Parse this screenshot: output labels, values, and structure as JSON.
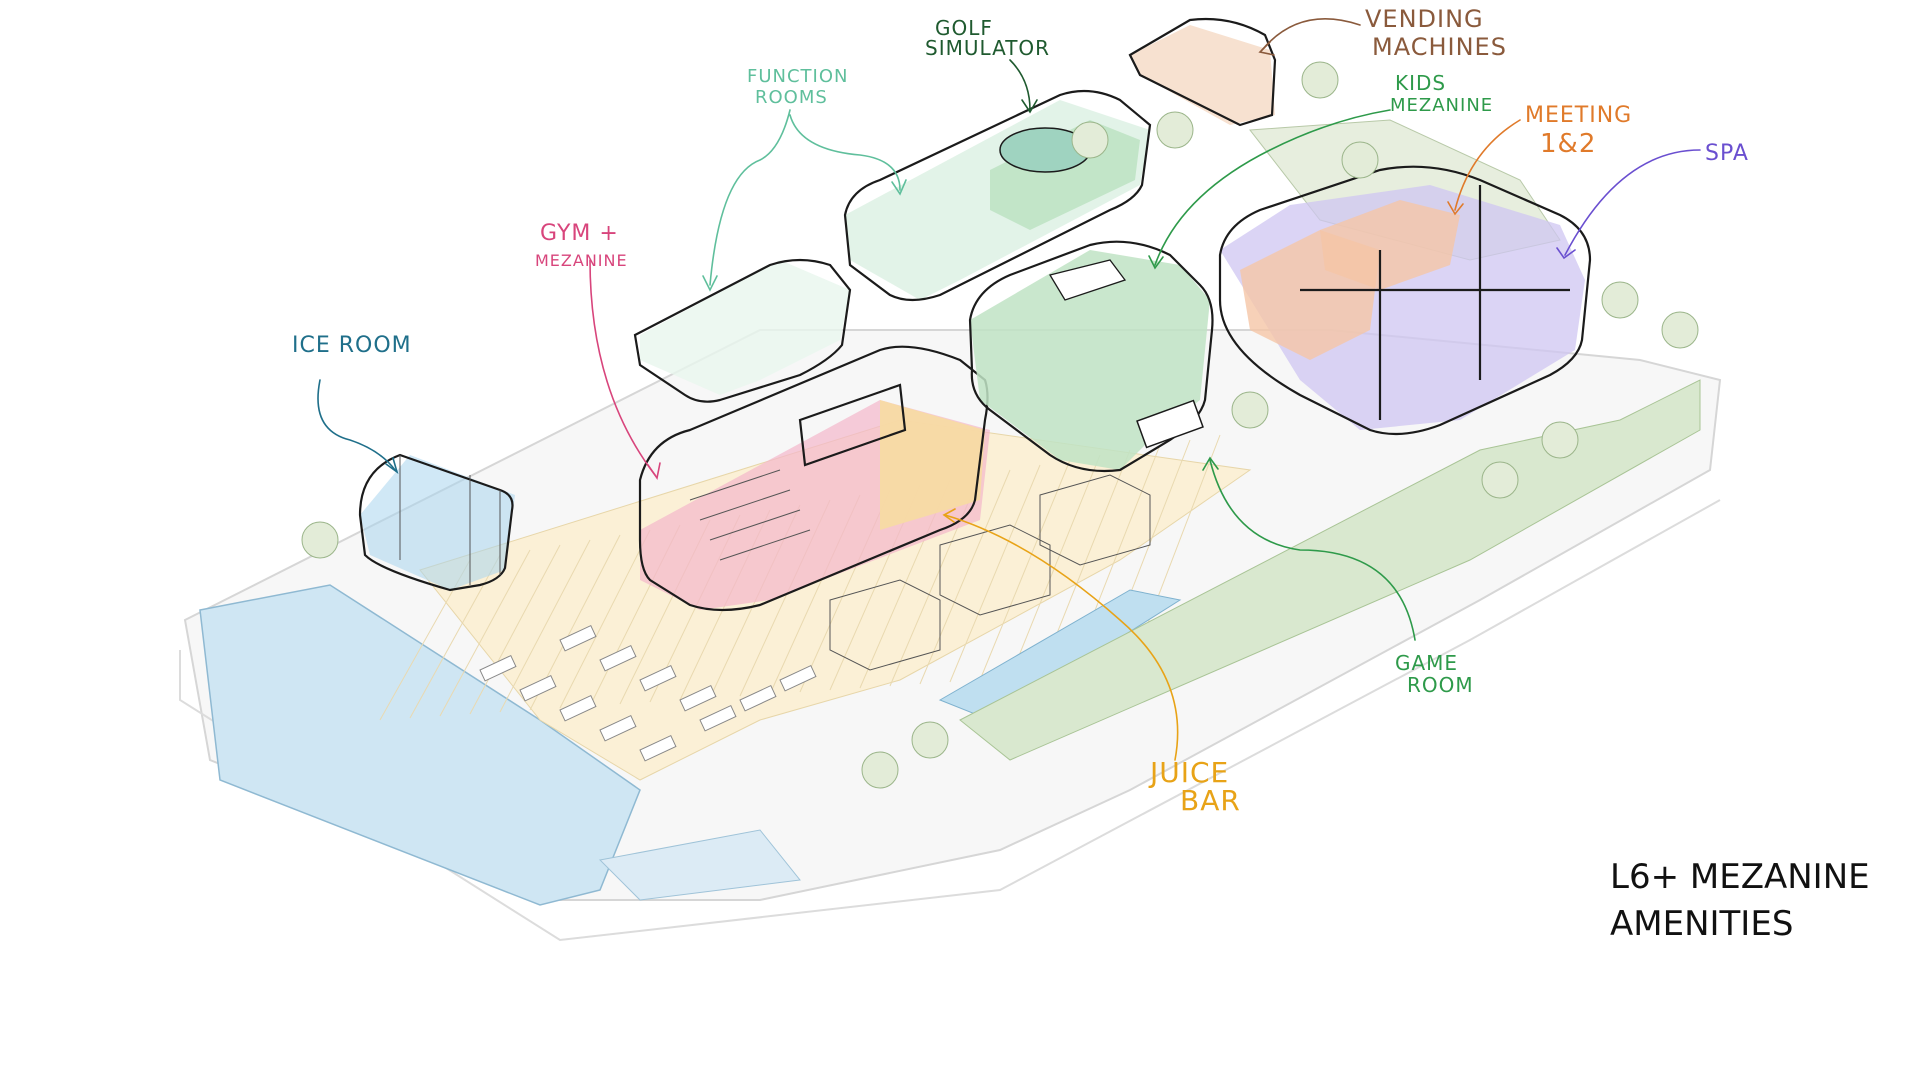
{
  "labels": {
    "golf_simulator": [
      "GOLF",
      "SIMULATOR"
    ],
    "vending_machines": [
      "VENDING",
      "MACHINES"
    ],
    "function_rooms": [
      "FUNCTION",
      "ROOMS"
    ],
    "kids_mezzanine": [
      "KIDS",
      "MEZANINE"
    ],
    "meeting": [
      "MEETING",
      "1&2"
    ],
    "spa": [
      "SPA"
    ],
    "gym_mezzanine": [
      "GYM +",
      "MEZANINE"
    ],
    "ice_room": [
      "ICE ROOM"
    ],
    "game_room": [
      "GAME",
      "ROOM"
    ],
    "juice_bar": [
      "JUICE",
      "BAR"
    ],
    "title": [
      "L6+ MEZANINE",
      "AMENITIES"
    ]
  },
  "colors": {
    "golf": "#1f5a2f",
    "vending": "#8a5a3c",
    "function": "#5fbf9c",
    "kids": "#2e9a4a",
    "meeting": "#e07a2a",
    "spa": "#6a4fd0",
    "gym": "#d8457c",
    "ice": "#1f6f8a",
    "game": "#2e9a4a",
    "juice": "#e8a317",
    "title": "#111111",
    "pool": "#cfe6f3",
    "deck": "#fbf0d6",
    "planting": "#d9e8cf",
    "gym_fill": "#f4b6cb",
    "juice_fill": "#f7dba2",
    "kids_fill": "#bfe3c4",
    "spa_fill": "#cfc6f2",
    "meeting_fill": "#f5c6a6",
    "ice_fill": "#a9d6ee"
  }
}
